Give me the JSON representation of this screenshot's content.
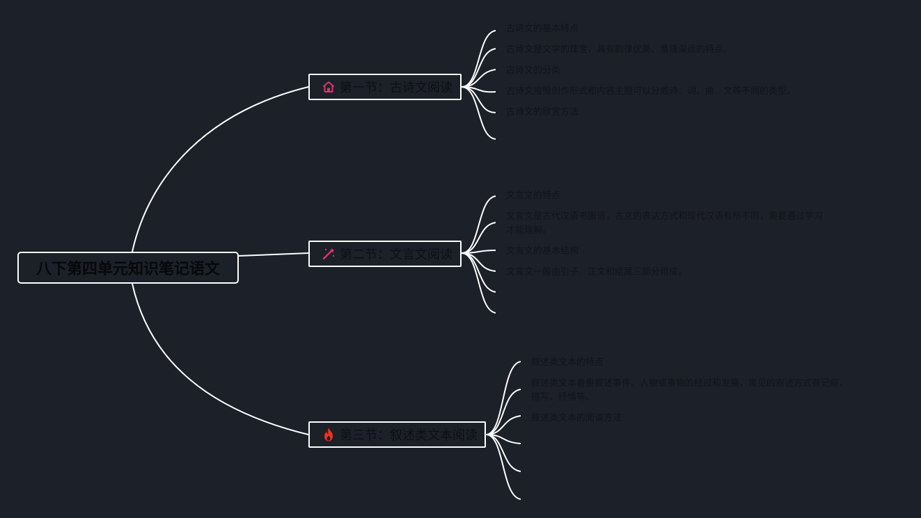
{
  "root": {
    "title": "八下第四单元知识笔记语文"
  },
  "sections": [
    {
      "title": "第一节：古诗文阅读",
      "icon": "home-icon",
      "icon_color": "#e0336b",
      "items": [
        "古诗文的基本特点",
        "古诗文是文学的瑰宝，具有韵律优美、意境深远的特点。",
        "古诗文的分类",
        "古诗文按照创作形式和内容主题可以分成诗、词、曲、文等不同的类型。",
        "古诗文的欣赏方法",
        ""
      ]
    },
    {
      "title": "第二节：文言文阅读",
      "icon": "magic-wand-icon",
      "icon_color": "#e0336b",
      "items": [
        "文言文的特点",
        "文言文是古代汉语书面语，古文的表达方式和现代汉语有所不同，需要通过学习",
        "才能理解。",
        "文言文的基本结构",
        "文言文一般由引子、正文和结尾三部分组成。",
        "",
        ""
      ]
    },
    {
      "title": "第三节：叙述类文本阅读",
      "icon": "fire-icon",
      "icon_color": "#f2311e",
      "items": [
        "叙述类文本的特点",
        "叙述类文本着重叙述事件、人物或事物的经过和发展，常见的叙述方式有记叙、",
        "描写、抒情等。",
        "叙述类文本的阅读方法",
        "",
        "",
        ""
      ]
    }
  ],
  "colors": {
    "background": "#1c2029",
    "line": "#ffffff"
  }
}
